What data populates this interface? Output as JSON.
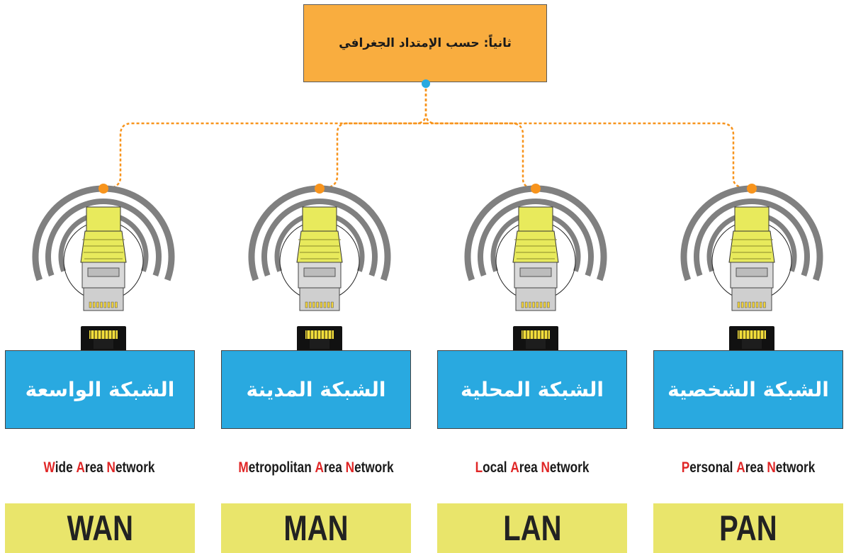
{
  "root": {
    "label": "ثانياً: حسب الإمتداد الجغرافي"
  },
  "networks": [
    {
      "id": "wan",
      "arabic": "الشبكة الواسعة",
      "english": [
        "Wide",
        "Area",
        "Network"
      ],
      "abbr": "WAN"
    },
    {
      "id": "man",
      "arabic": "الشبكة المدينة",
      "english": [
        "Metropolitan",
        "Area",
        "Network"
      ],
      "abbr": "MAN"
    },
    {
      "id": "lan",
      "arabic": "الشبكة المحلية",
      "english": [
        "Local",
        "Area",
        "Network"
      ],
      "abbr": "LAN"
    },
    {
      "id": "pan",
      "arabic": "الشبكة الشخصية",
      "english": [
        "Personal",
        "Area",
        "Network"
      ],
      "abbr": "PAN"
    }
  ],
  "colors": {
    "root_fill": "#f9ad3f",
    "box_fill": "#29a9e0",
    "abbr_fill": "#e9e56b",
    "connector": "#f7941d",
    "root_dot": "#29a9e0",
    "initial_letter": "#e02626",
    "plug_body": "#e8ea5c",
    "arcs": "#808080"
  },
  "icons": [
    "ethernet-plug-icon",
    "wireless-signal-icon",
    "rj45-port-icon"
  ]
}
